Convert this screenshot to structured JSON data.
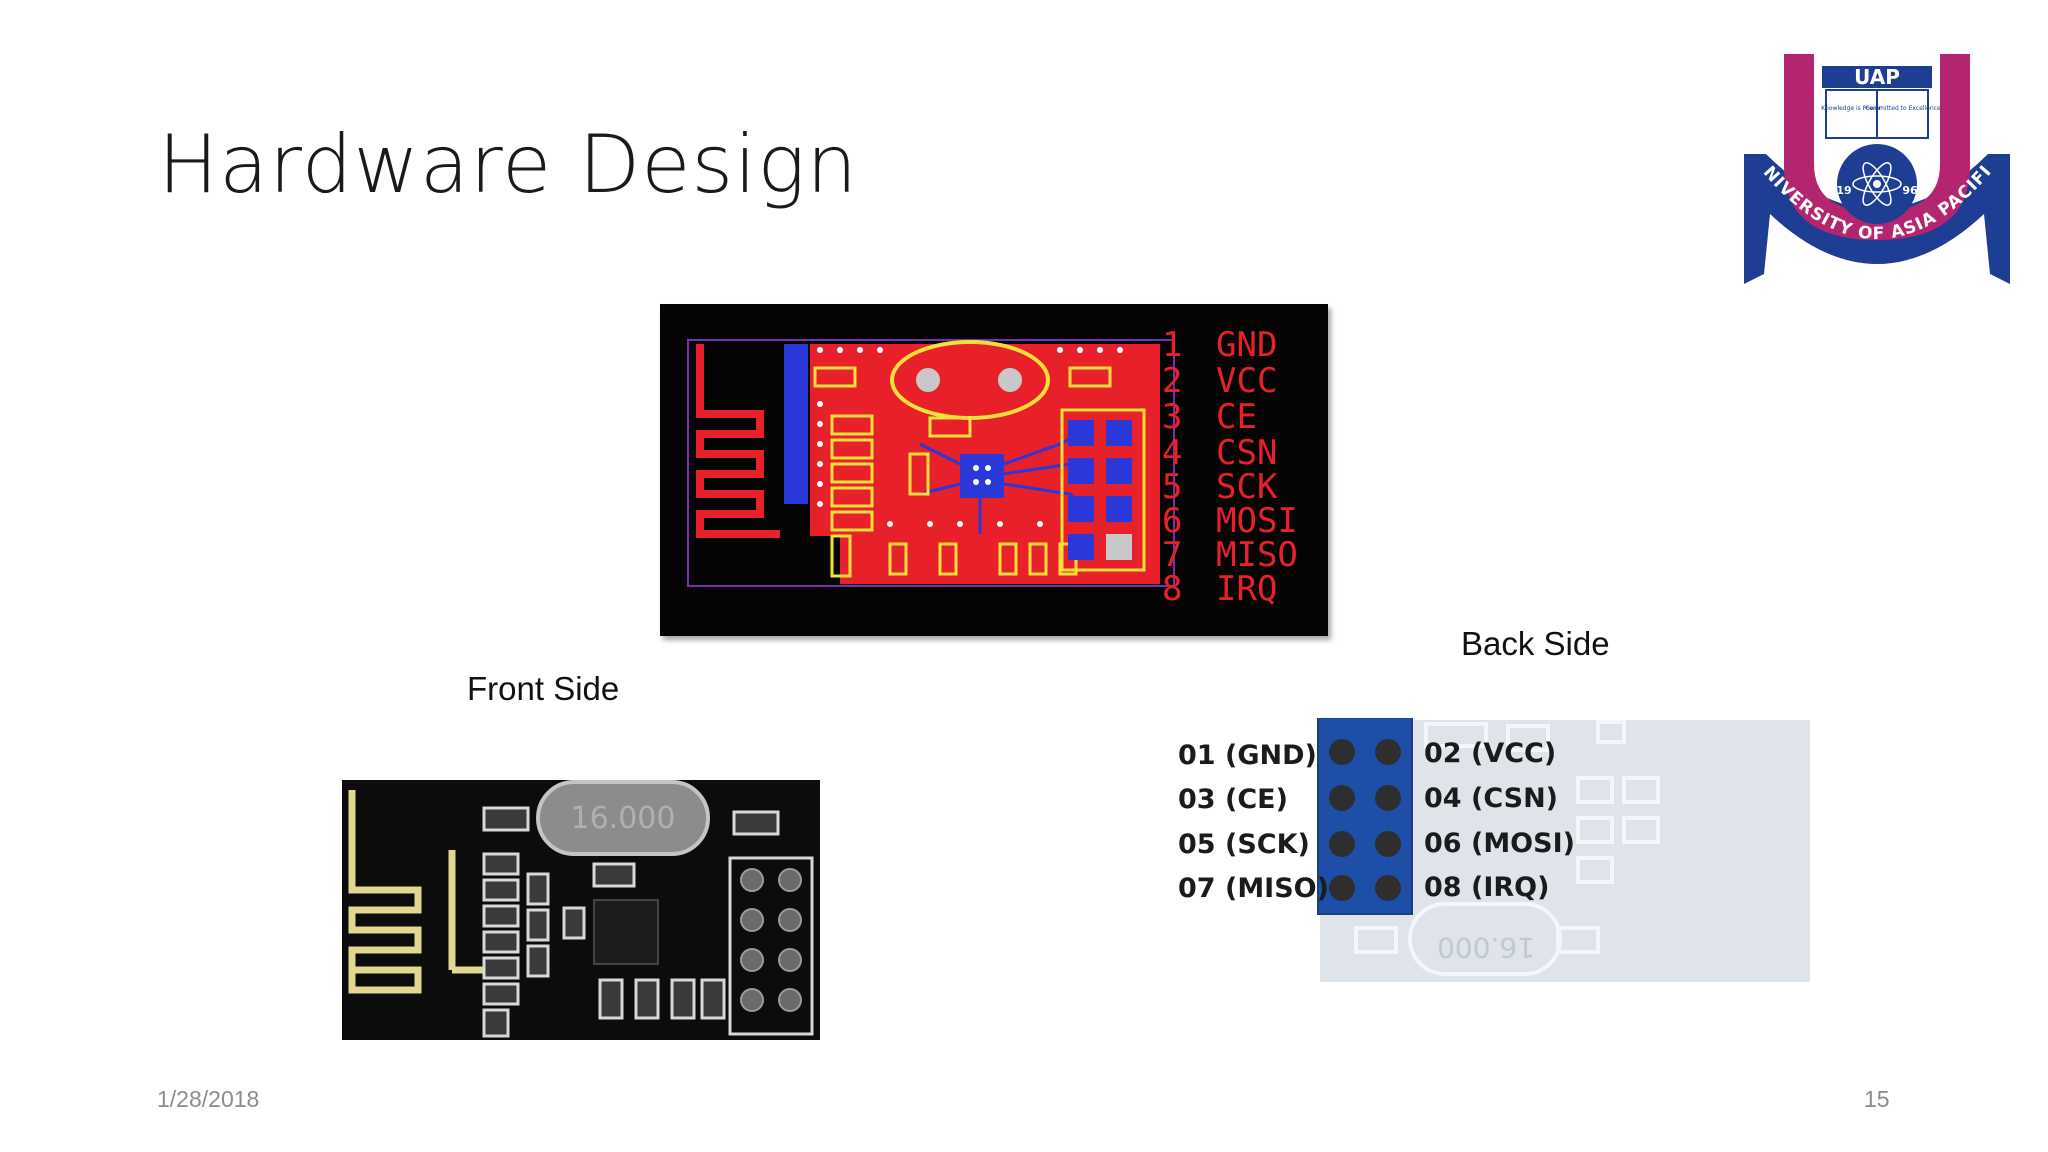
{
  "slide": {
    "title": "Hardware Design",
    "date": "1/28/2018",
    "page_number": "15"
  },
  "logo": {
    "acronym": "UAP",
    "name": "UNIVERSITY OF ASIA PACIFIC",
    "book_left": "Knowledge is Power",
    "book_right": "Committed to Excellence",
    "year_left": "19",
    "year_right": "96"
  },
  "pcb_layout": {
    "pins": [
      {
        "num": "1",
        "name": "GND"
      },
      {
        "num": "2",
        "name": "VCC"
      },
      {
        "num": "3",
        "name": "CE"
      },
      {
        "num": "4",
        "name": "CSN"
      },
      {
        "num": "5",
        "name": "SCK"
      },
      {
        "num": "6",
        "name": "MOSI"
      },
      {
        "num": "7",
        "name": "MISO"
      },
      {
        "num": "8",
        "name": "IRQ"
      }
    ]
  },
  "captions": {
    "front": "Front Side",
    "back": "Back Side"
  },
  "front_photo": {
    "crystal_text": "16.000"
  },
  "back_photo": {
    "left_labels": [
      "01 (GND)",
      "03 (CE)",
      "05 (SCK)",
      "07 (MISO)"
    ],
    "right_labels": [
      "02 (VCC)",
      "04 (CSN)",
      "06 (MOSI)",
      "08 (IRQ)"
    ],
    "crystal_text": "16.000"
  },
  "colors": {
    "logo_magenta": "#b4256f",
    "logo_blue": "#1e3e94",
    "pcb_red": "#e8202a",
    "pcb_background": "#050505",
    "pin_text_red": "#e8202a",
    "trace_yellow": "#f5e03a",
    "trace_blue": "#2a38d8"
  }
}
